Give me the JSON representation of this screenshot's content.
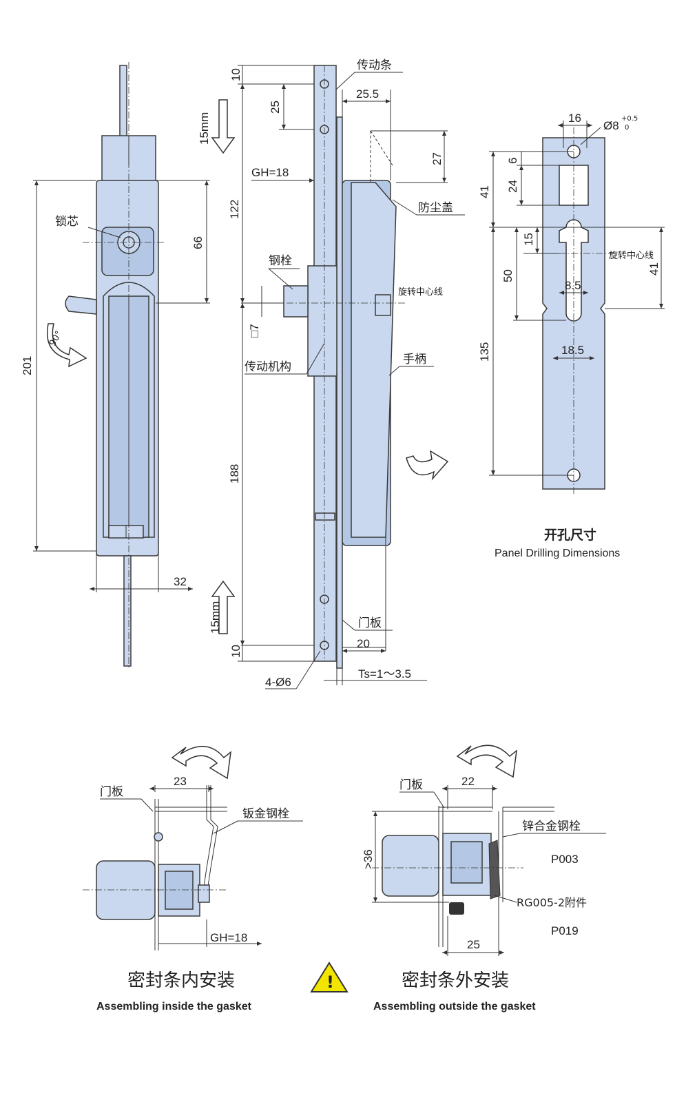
{
  "front_view": {
    "lock_core_label": "锁芯",
    "dim_66": "66",
    "dim_201": "201",
    "dim_32": "32",
    "rotation_label": "90°"
  },
  "side_view": {
    "drive_bar_label": "传动条",
    "dust_cover_label": "防尘盖",
    "steel_bolt_label": "钢栓",
    "rotation_center_label": "旋转中心线",
    "drive_mechanism_label": "传动机构",
    "handle_label": "手柄",
    "door_panel_label": "门板",
    "dim_10_top": "10",
    "dim_25": "25",
    "dim_25_5": "25.5",
    "dim_27": "27",
    "dim_122": "122",
    "dim_gh": "GH=18",
    "dim_7": "□7",
    "dim_188": "188",
    "dim_10_bottom": "10",
    "dim_20": "20",
    "dim_holes": "4-Ø6",
    "dim_ts": "Ts=1～3.5",
    "travel_top": "15mm",
    "travel_bottom": "15mm"
  },
  "drilling": {
    "dim_16": "16",
    "dim_d8": "Ø8",
    "tol_upper": "+0.5",
    "tol_lower": "0",
    "dim_6": "6",
    "dim_41_left": "41",
    "dim_24": "24",
    "dim_15": "15",
    "rotation_center_label": "旋转中心线",
    "dim_50": "50",
    "dim_41_right": "41",
    "dim_8_5": "8.5",
    "dim_135": "135",
    "dim_18_5": "18.5",
    "title_cn": "开孔尺寸",
    "title_en": "Panel Drilling Dimensions"
  },
  "inside_install": {
    "dim_23": "23",
    "door_panel_label": "门板",
    "sheet_bolt_label": "钣金钢栓",
    "dim_gh": "GH=18",
    "caption_cn": "密封条内安装",
    "caption_en": "Assembling inside the gasket"
  },
  "outside_install": {
    "dim_22": "22",
    "door_panel_label": "门板",
    "zinc_bolt_label": "锌合金钢栓",
    "part_p003": "P003",
    "dim_36": ">36",
    "accessory_label": "RG005-2附件",
    "part_p019": "P019",
    "dim_25": "25",
    "caption_cn": "密封条外安装",
    "caption_en": "Assembling outside the gasket"
  },
  "warning": {
    "icon": "warning-icon",
    "symbol": "!"
  },
  "colors": {
    "part_fill": "#c9d8ef",
    "warning": "#f2e500"
  }
}
